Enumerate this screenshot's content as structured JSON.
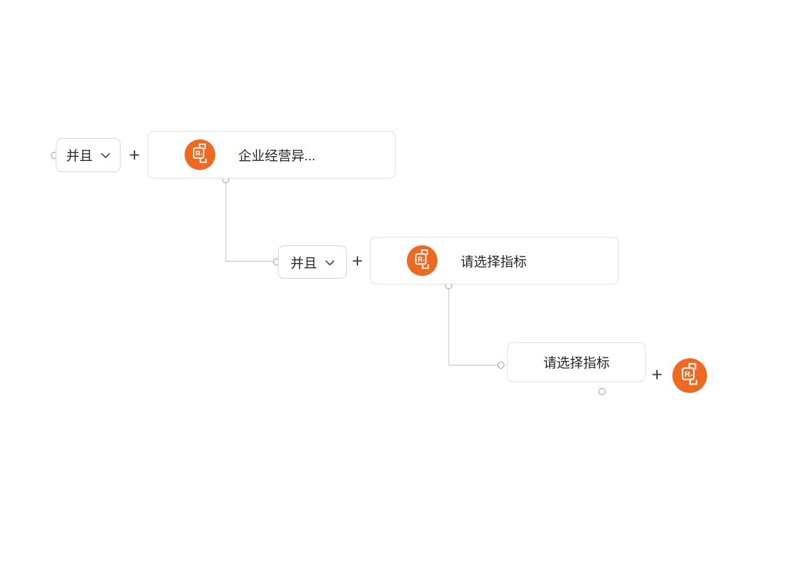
{
  "app": {
    "view": "rule-condition-tree-builder",
    "background": "#ffffff"
  },
  "colors": {
    "accent_orange": "#EE6A23",
    "card_border": "#e4e4e4",
    "pill_border": "#d6d6d6",
    "connector_line": "#d2d2d2",
    "dot_border": "#9a9a9a",
    "text": "#262626"
  },
  "icons": {
    "node_badge_letter": "R",
    "node_icon_name": "rule-node-icon",
    "chevron": "chevron-down-icon",
    "plus": "plus-icon"
  },
  "tree": {
    "nodes": [
      {
        "level": 1,
        "logic_label": "并且",
        "add_label": "+",
        "card_text": "企业经营异...",
        "has_icon": true,
        "truncated": true
      },
      {
        "level": 2,
        "logic_label": "并且",
        "add_label": "+",
        "card_text": "请选择指标",
        "has_icon": true
      },
      {
        "level": 3,
        "card_text": "请选择指标",
        "add_label": "+",
        "has_icon": false,
        "trailing_icon": true
      }
    ]
  }
}
